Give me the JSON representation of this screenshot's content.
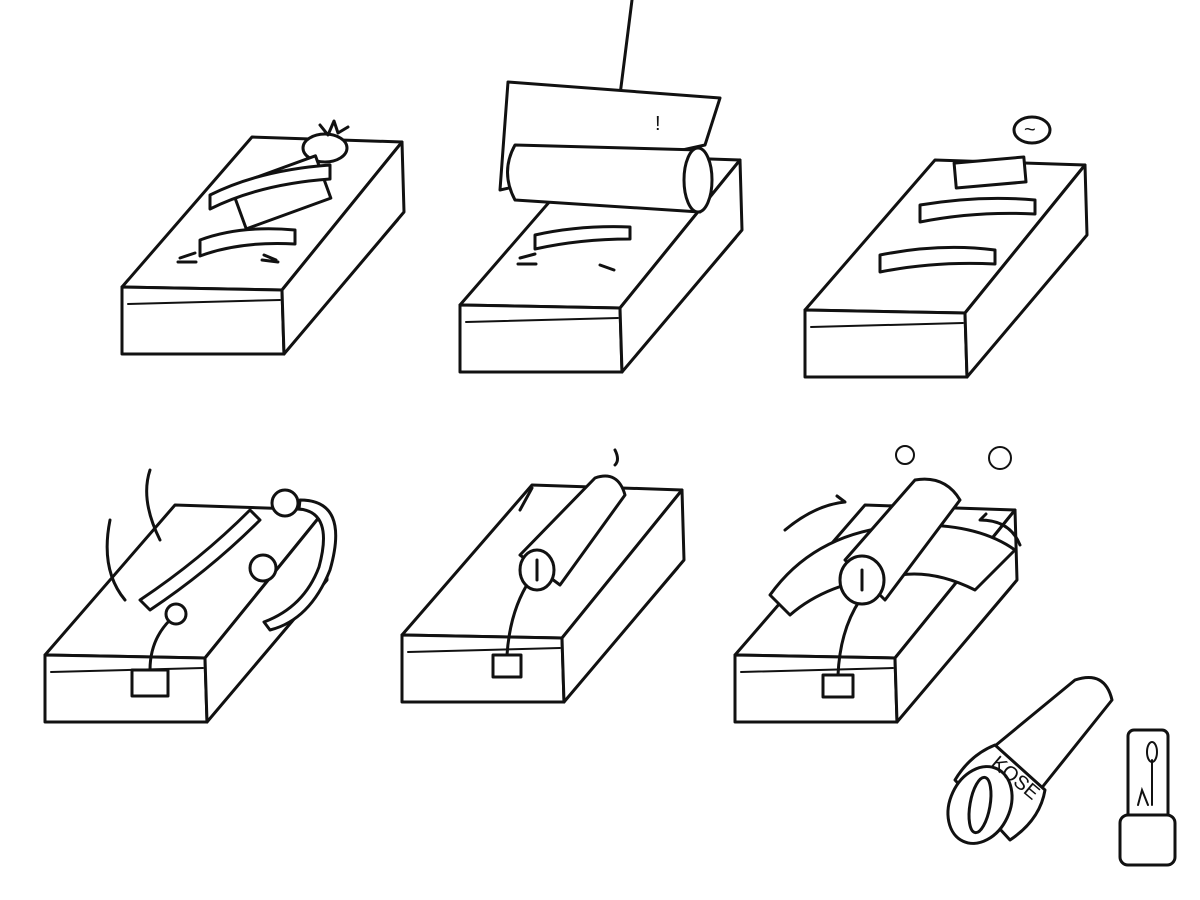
{
  "panels": [
    {
      "name": "panel-1-lying-on-block"
    },
    {
      "name": "panel-2-roller",
      "exclaim": "!"
    },
    {
      "name": "panel-3-flattened",
      "speech": "~"
    },
    {
      "name": "panel-4-machine-arms"
    },
    {
      "name": "panel-5-rolled-tube"
    },
    {
      "name": "panel-6-clamped-tube"
    }
  ],
  "product": {
    "label": "KOSE"
  }
}
